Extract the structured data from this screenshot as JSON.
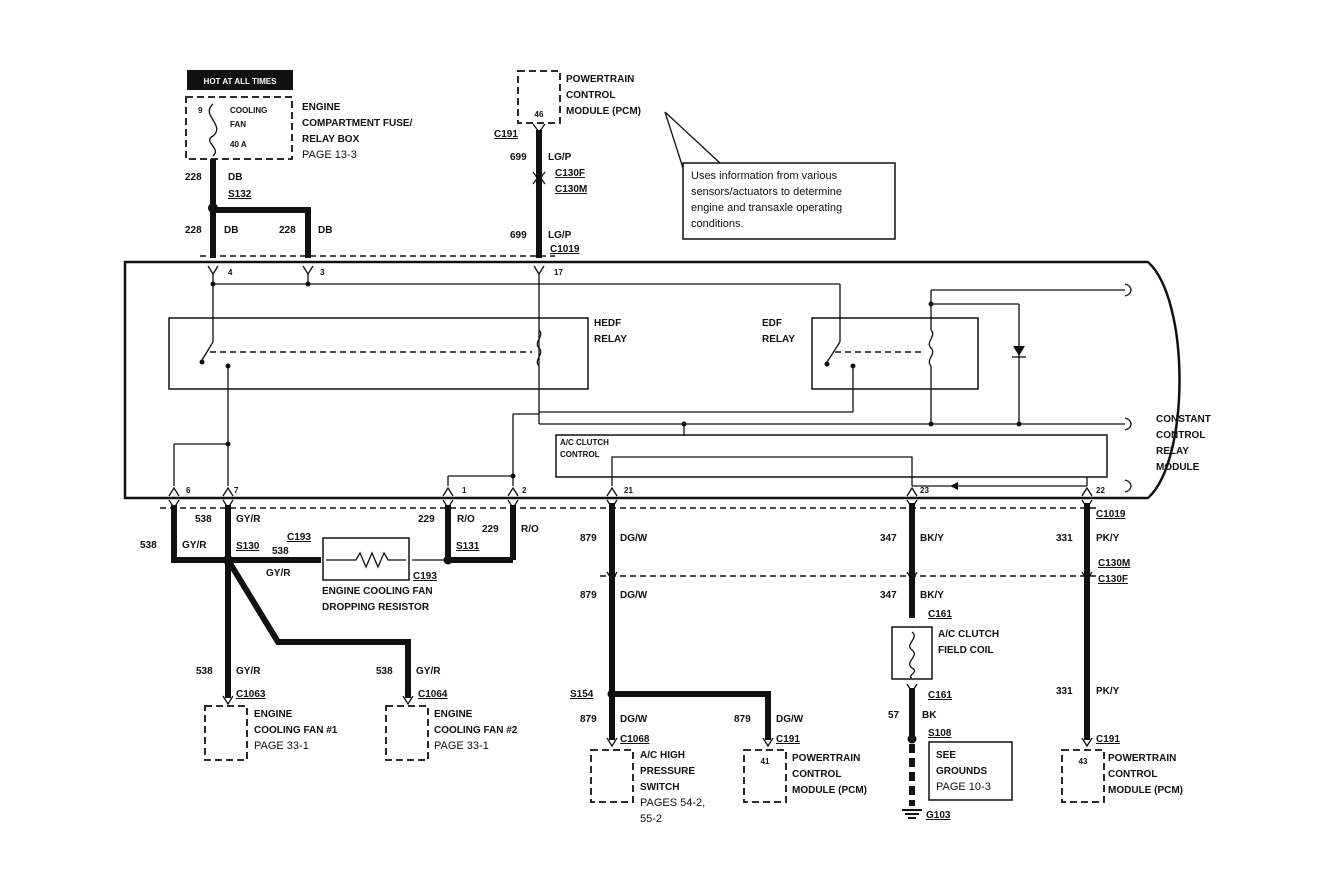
{
  "title_boxes": {
    "hot_at_all_times": "HOT AT ALL TIMES",
    "fuse_box": [
      "ENGINE",
      "COMPARTMENT FUSE/",
      "RELAY BOX",
      "PAGE 13-3"
    ],
    "fuse_inner": {
      "pin": "9",
      "name_l1": "COOLING",
      "name_l2": "FAN",
      "rating": "40 A"
    },
    "pcm_top": [
      "POWERTRAIN",
      "CONTROL",
      "MODULE (PCM)"
    ],
    "pcm_top_pin": "46",
    "callout": [
      "Uses information from various",
      "sensors/actuators to determine",
      "engine and transaxle operating",
      "conditions."
    ]
  },
  "top_wires": {
    "w228a": "228",
    "db_a": "DB",
    "splice_s132": "S132",
    "w228b": "228",
    "db_b": "DB",
    "w228c": "228",
    "db_c": "DB",
    "c191_top": "C191",
    "w699a": "699",
    "lgp_a": "LG/P",
    "c130f_top": "C130F",
    "c130m_top": "C130M",
    "w699b": "699",
    "lgp_b": "LG/P",
    "c1019_top": "C1019"
  },
  "module": {
    "name": [
      "CONSTANT",
      "CONTROL",
      "RELAY",
      "MODULE"
    ],
    "hedf_relay": [
      "HEDF",
      "RELAY"
    ],
    "edf_relay": [
      "EDF",
      "RELAY"
    ],
    "ac_clutch_control": [
      "A/C CLUTCH",
      "CONTROL"
    ],
    "top_pins": [
      "4",
      "3",
      "17"
    ],
    "bottom_pins": [
      "6",
      "7",
      "1",
      "2",
      "21",
      "23",
      "22"
    ]
  },
  "left_bottom": {
    "w538a": "538",
    "w538b": "538",
    "gyr_a": "GY/R",
    "gyr_b": "GY/R",
    "splice_s130": "S130",
    "w538c": "538",
    "gyr_c": "GY/R",
    "c193a": "C193",
    "c193b": "C193",
    "resistor": [
      "ENGINE COOLING FAN",
      "DROPPING RESISTOR"
    ],
    "w229a": "229",
    "rd_a": "R/O",
    "w229b": "229",
    "rd_b": "R/O",
    "splice_s131": "S131",
    "w538d": "538",
    "gyr_d": "GY/R",
    "c1063": "C1063",
    "fan1": [
      "ENGINE",
      "COOLING FAN #1",
      "PAGE  33-1"
    ],
    "w538e": "538",
    "gyr_e": "GY/R",
    "c1064": "C1064",
    "fan2": [
      "ENGINE",
      "COOLING FAN #2",
      "PAGE 33-1"
    ]
  },
  "right_bottom": {
    "c1019": "C1019",
    "c130m": "C130M",
    "c130f": "C130F",
    "w879a": "879",
    "dgw_a": "DG/W",
    "w879b": "879",
    "dgw_b": "DG/W",
    "splice_s154": "S154",
    "w879c": "879",
    "dgw_c": "DG/W",
    "c1068": "C1068",
    "w879d": "879",
    "dgw_d": "DG/W",
    "c191a": "C191",
    "ac_switch": [
      "A/C HIGH",
      "PRESSURE",
      "SWITCH",
      "PAGES 54-2,",
      "55-2"
    ],
    "pcm_mid": [
      "POWERTRAIN",
      "CONTROL",
      "MODULE (PCM)"
    ],
    "pcm_mid_pin": "41",
    "w347a": "347",
    "bky_a": "BK/Y",
    "w347b": "347",
    "bky_b": "BK/Y",
    "c161a": "C161",
    "clutch_coil": [
      "A/C CLUTCH",
      "FIELD COIL"
    ],
    "c161b": "C161",
    "w57": "57",
    "bk": "BK",
    "splice_s108": "S108",
    "grounds": [
      "SEE",
      "GROUNDS",
      "PAGE 10-3"
    ],
    "g103": "G103",
    "w331a": "331",
    "pky_a": "PK/Y",
    "w331b": "331",
    "pky_b": "PK/Y",
    "c191b": "C191",
    "pcm_right": [
      "POWERTRAIN",
      "CONTROL",
      "MODULE (PCM)"
    ],
    "pcm_right_pin": "43"
  }
}
